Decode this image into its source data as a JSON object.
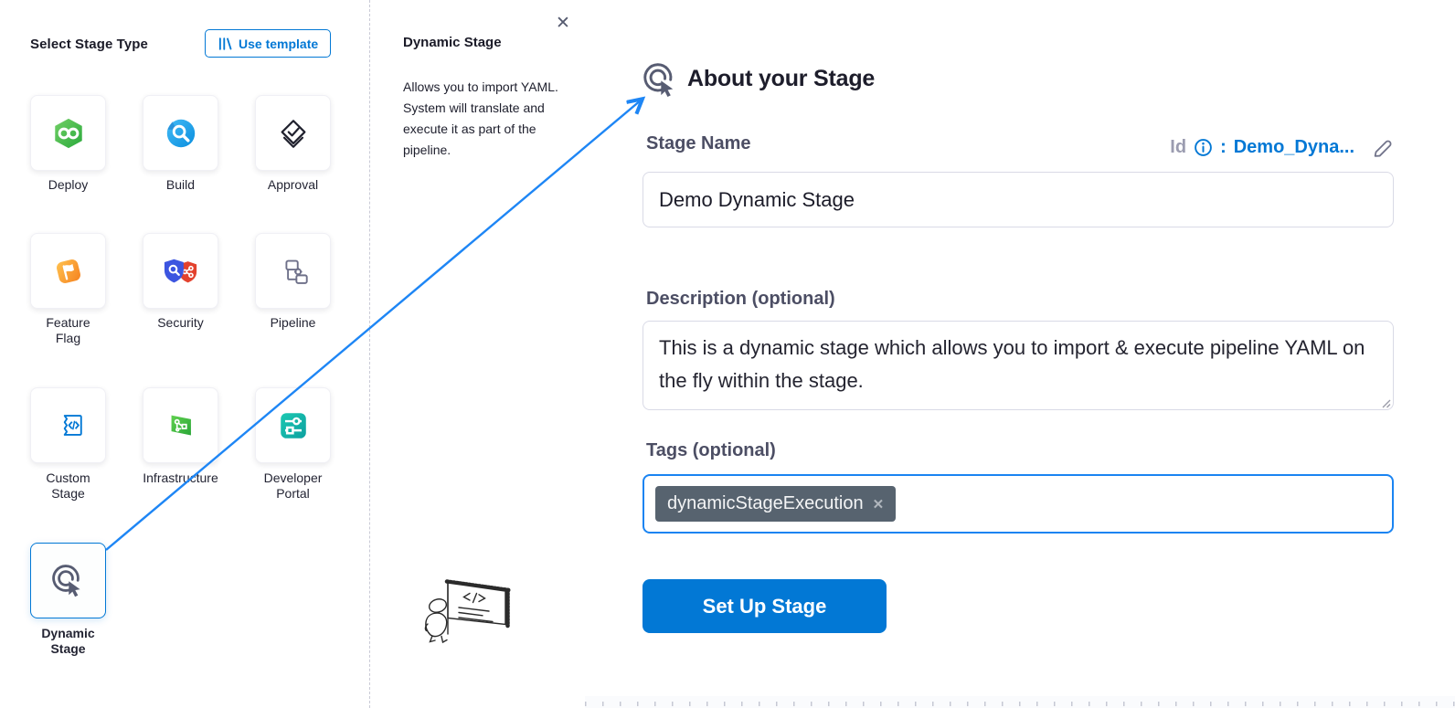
{
  "colors": {
    "accent_blue": "#0278d5",
    "arrow_blue": "#1e86f5",
    "tag_chip_bg": "#57636f",
    "label_gray": "#4c4e64",
    "id_gray": "#9b9cb0"
  },
  "icons": {
    "close": "✕",
    "remove_tag": "✕"
  },
  "left_panel": {
    "title": "Select Stage Type",
    "use_template_label": "Use template",
    "stages": [
      {
        "label": "Deploy",
        "icon": "deploy-icon",
        "selected": false
      },
      {
        "label": "Build",
        "icon": "build-icon",
        "selected": false
      },
      {
        "label": "Approval",
        "icon": "approval-icon",
        "selected": false
      },
      {
        "label": "Feature\nFlag",
        "icon": "feature-flag-icon",
        "selected": false
      },
      {
        "label": "Security",
        "icon": "security-icon",
        "selected": false
      },
      {
        "label": "Pipeline",
        "icon": "pipeline-icon",
        "selected": false
      },
      {
        "label": "Custom\nStage",
        "icon": "custom-stage-icon",
        "selected": false
      },
      {
        "label": "Infrastructure",
        "icon": "infrastructure-icon",
        "selected": false
      },
      {
        "label": "Developer\nPortal",
        "icon": "developer-portal-icon",
        "selected": false
      },
      {
        "label": "Dynamic\nStage",
        "icon": "dynamic-stage-icon",
        "selected": true
      }
    ]
  },
  "info_panel": {
    "title": "Dynamic Stage",
    "description": "Allows you to import YAML. System will translate and execute it as part of the pipeline."
  },
  "form": {
    "heading": "About your Stage",
    "stage_name": {
      "label": "Stage Name",
      "value": "Demo Dynamic Stage"
    },
    "id_row": {
      "label": "Id",
      "colon": ":",
      "value": "Demo_Dyna..."
    },
    "description": {
      "label": "Description (optional)",
      "value": "This is a dynamic stage which allows you to import & execute pipeline YAML on the fly within the stage."
    },
    "tags": {
      "label": "Tags (optional)",
      "chips": [
        {
          "text": "dynamicStageExecution"
        }
      ]
    },
    "submit_label": "Set Up Stage"
  }
}
